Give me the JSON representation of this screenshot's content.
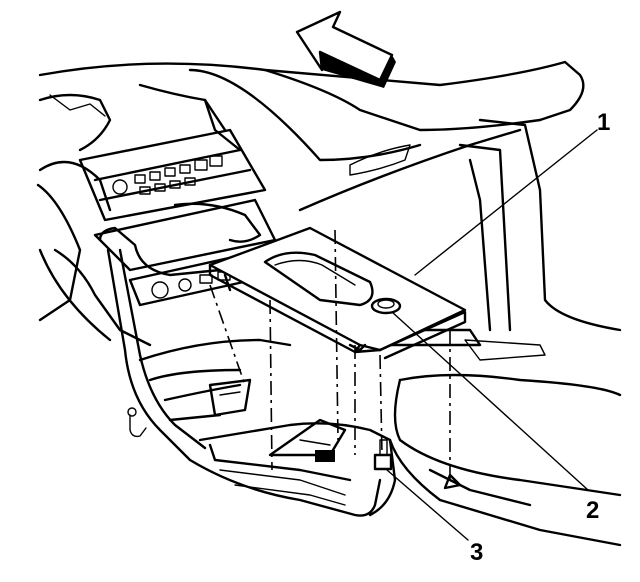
{
  "callouts": [
    {
      "id": "1",
      "label": "1"
    },
    {
      "id": "2",
      "label": "2"
    },
    {
      "id": "3",
      "label": "3"
    }
  ],
  "direction_icon": "arrow-up-left-icon",
  "colors": {
    "ink": "#000000",
    "paper": "#ffffff"
  }
}
